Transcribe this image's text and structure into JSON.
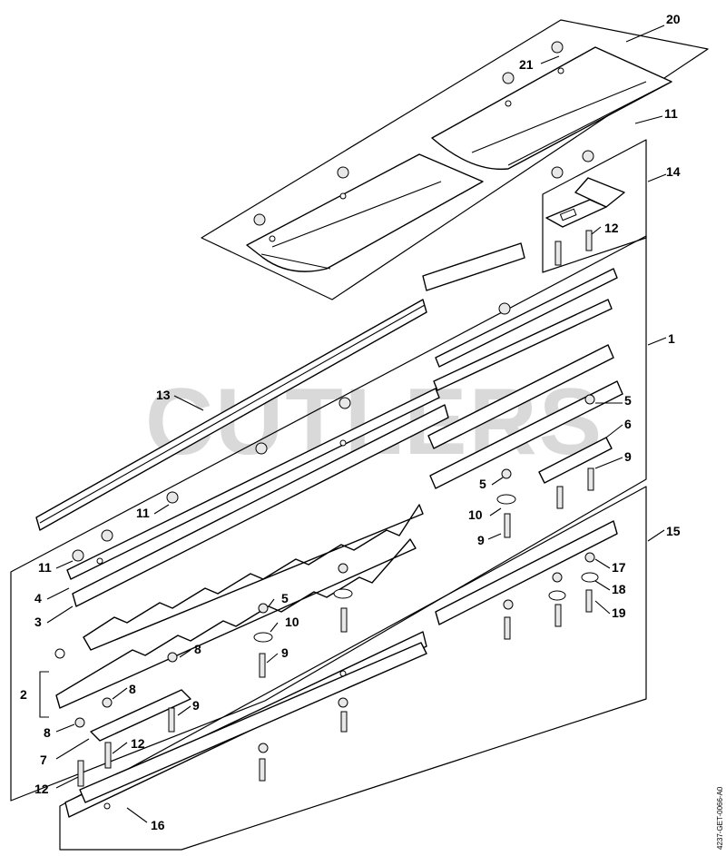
{
  "watermark": "CUTLERS",
  "doc_code": "4237-GET-0066-A0",
  "callouts": {
    "c20": "20",
    "c21": "21",
    "c11a": "11",
    "c14": "14",
    "c12a": "12",
    "c1": "1",
    "c13": "13",
    "c5a": "5",
    "c6": "6",
    "c9a": "9",
    "c11b": "11",
    "c5b": "5",
    "c10a": "10",
    "c9b": "9",
    "c15": "15",
    "c11c": "11",
    "c4": "4",
    "c17": "17",
    "c18": "18",
    "c3": "3",
    "c5c": "5",
    "c19": "19",
    "c10b": "10",
    "c8a": "8",
    "c9c": "9",
    "c2": "2",
    "c8b": "8",
    "c9d": "9",
    "c8c": "8",
    "c12b": "12",
    "c7": "7",
    "c12c": "12",
    "c16": "16"
  }
}
